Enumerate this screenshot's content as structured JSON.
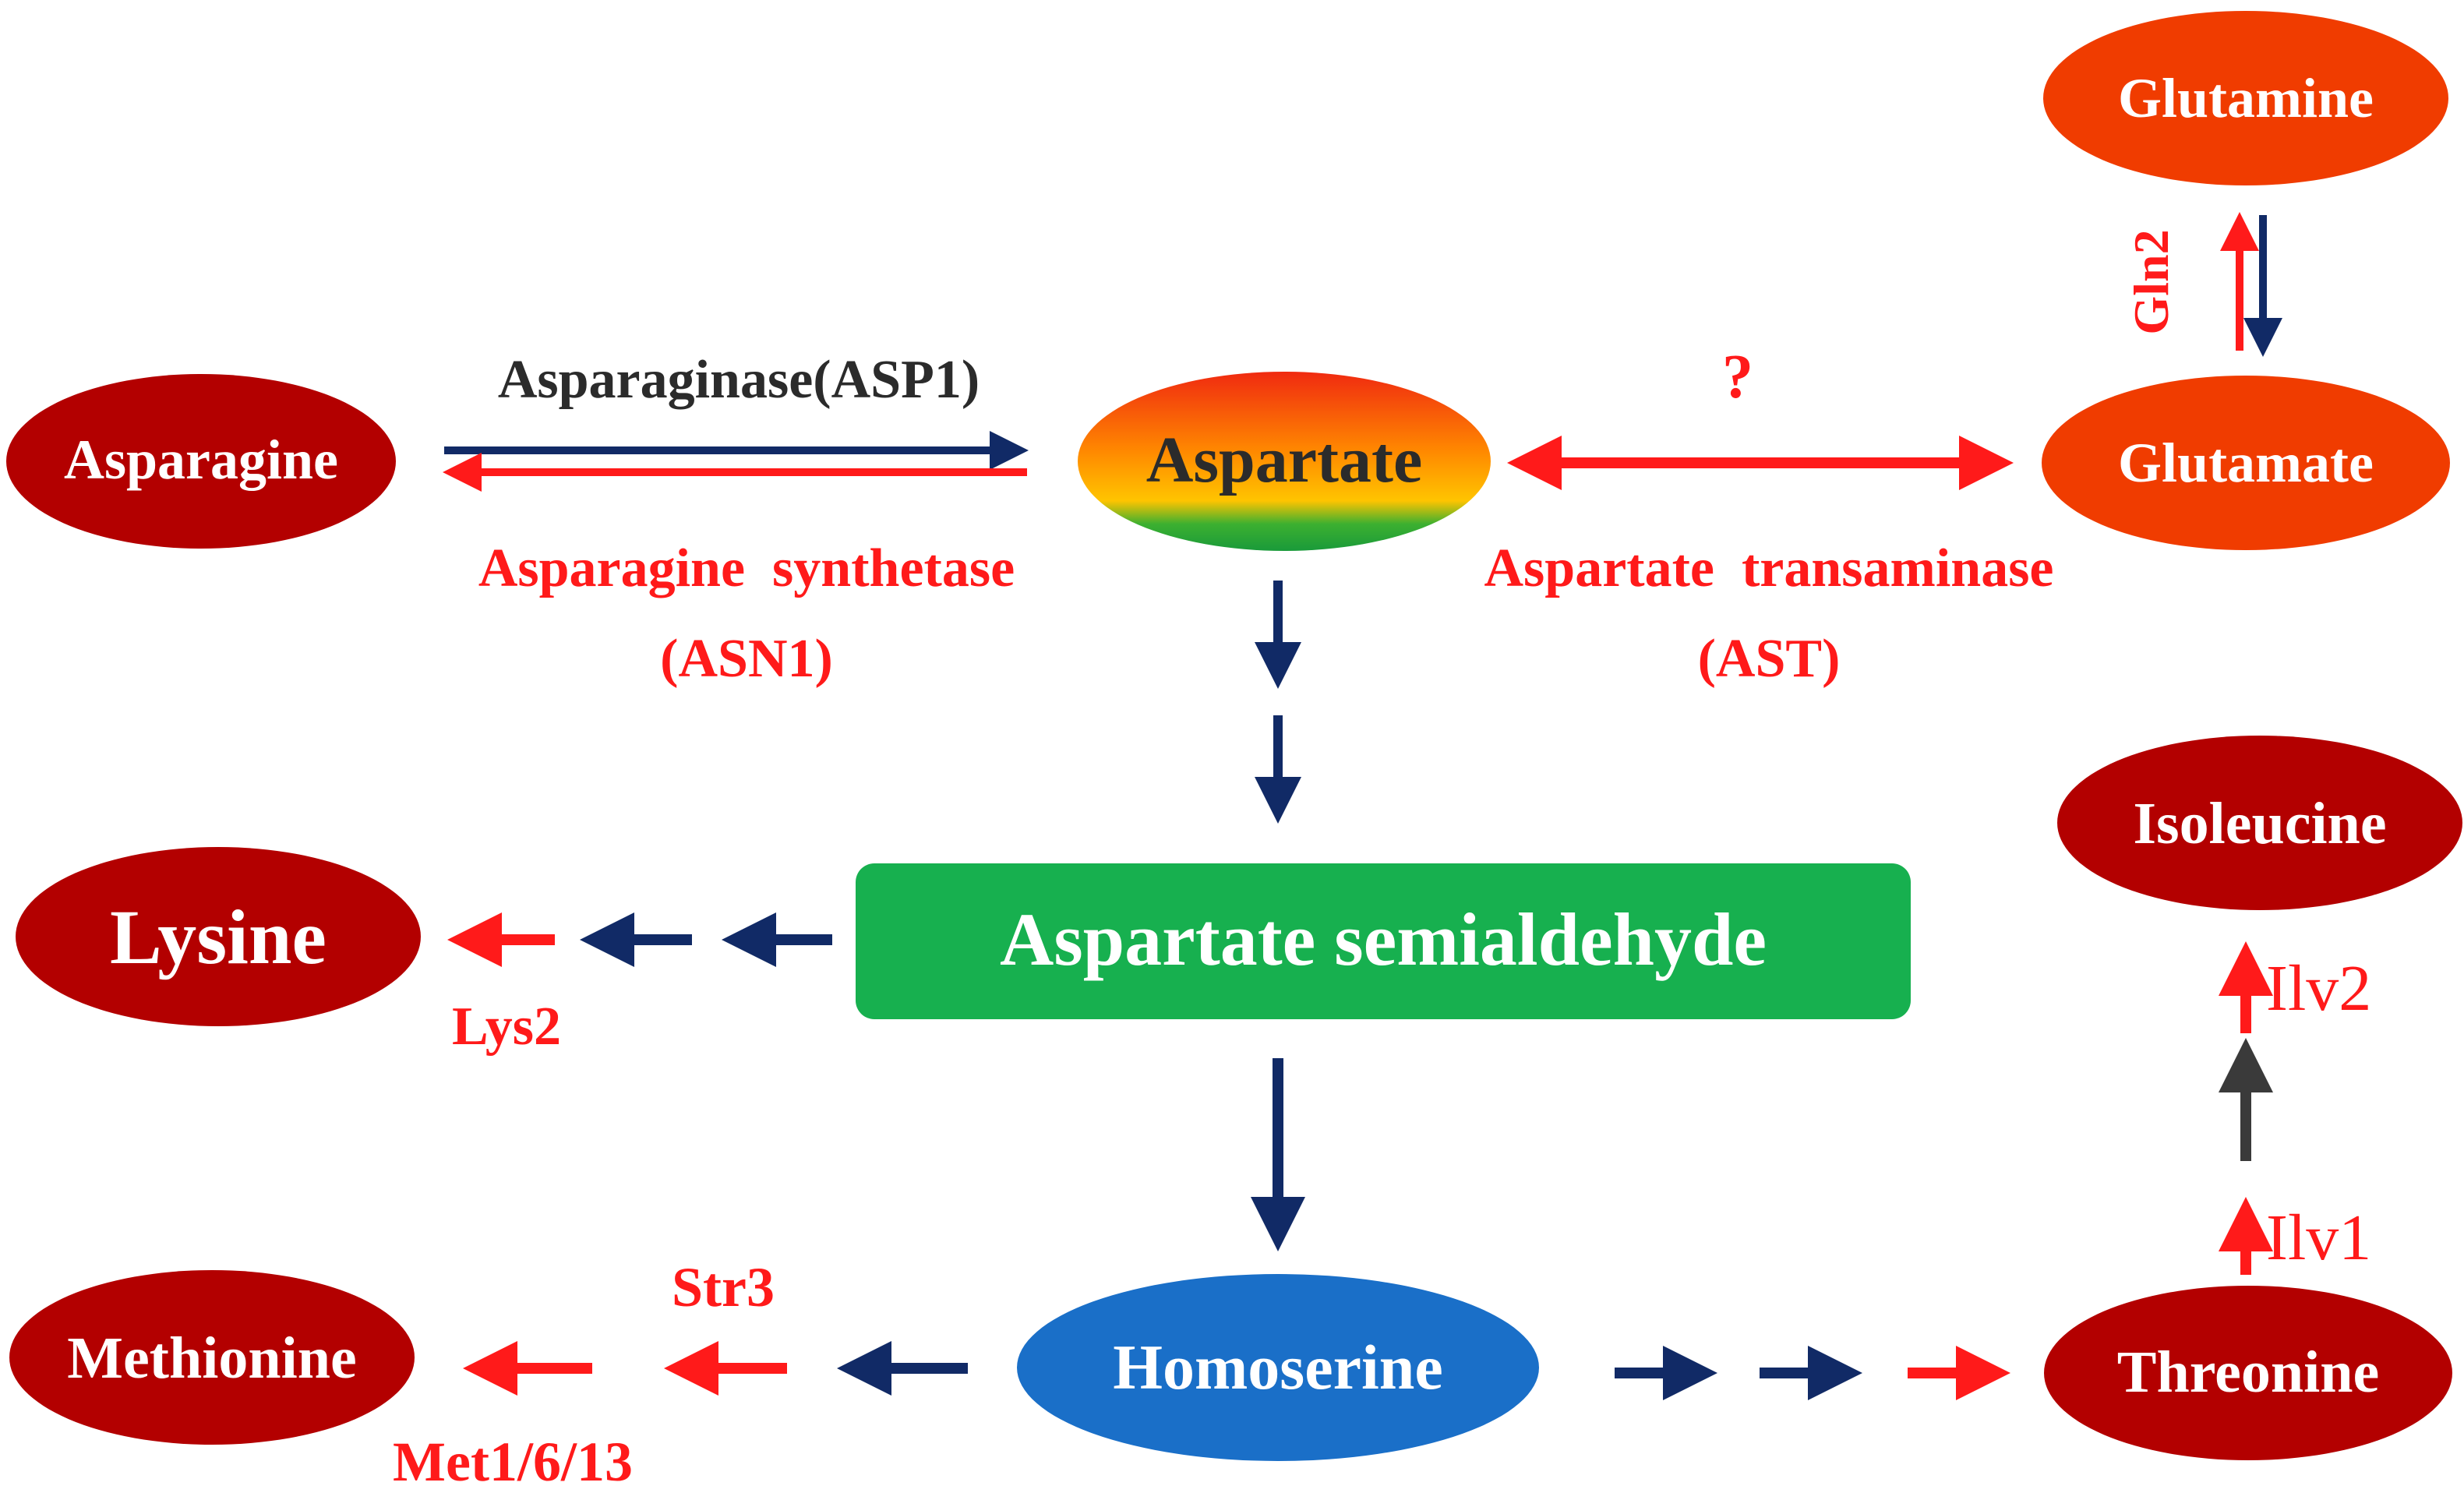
{
  "nodes": {
    "asparagine": "Asparagine",
    "aspartate": "Aspartate",
    "glutamine": "Glutamine",
    "glutamate": "Glutamate",
    "semialdehyde": "Aspartate semialdehyde",
    "lysine": "Lysine",
    "isoleucine": "Isoleucine",
    "homoserine": "Homoserine",
    "methionine": "Methionine",
    "threonine": "Threonine"
  },
  "labels": {
    "asp1": "Asparaginase(ASP1)",
    "asn1_line1": "Asparagine  synthetase",
    "asn1_line2": "(ASN1)",
    "question": "?",
    "ast_line1": "Aspartate  transaminase",
    "ast_line2": "(AST)",
    "gln2": "Gln2",
    "lys2": "Lys2",
    "str3": "Str3",
    "met": "Met1/6/13",
    "ilv1": "Ilv1",
    "ilv2": "Ilv2"
  },
  "colors": {
    "dark_red": "#b30000",
    "orange_red": "#f03c00",
    "green": "#17b04f",
    "blue": "#1a6fc8",
    "navy": "#112a66",
    "red": "#ff1a1a",
    "gray": "#3a3a3a",
    "label_dark": "#2b2b2b"
  }
}
